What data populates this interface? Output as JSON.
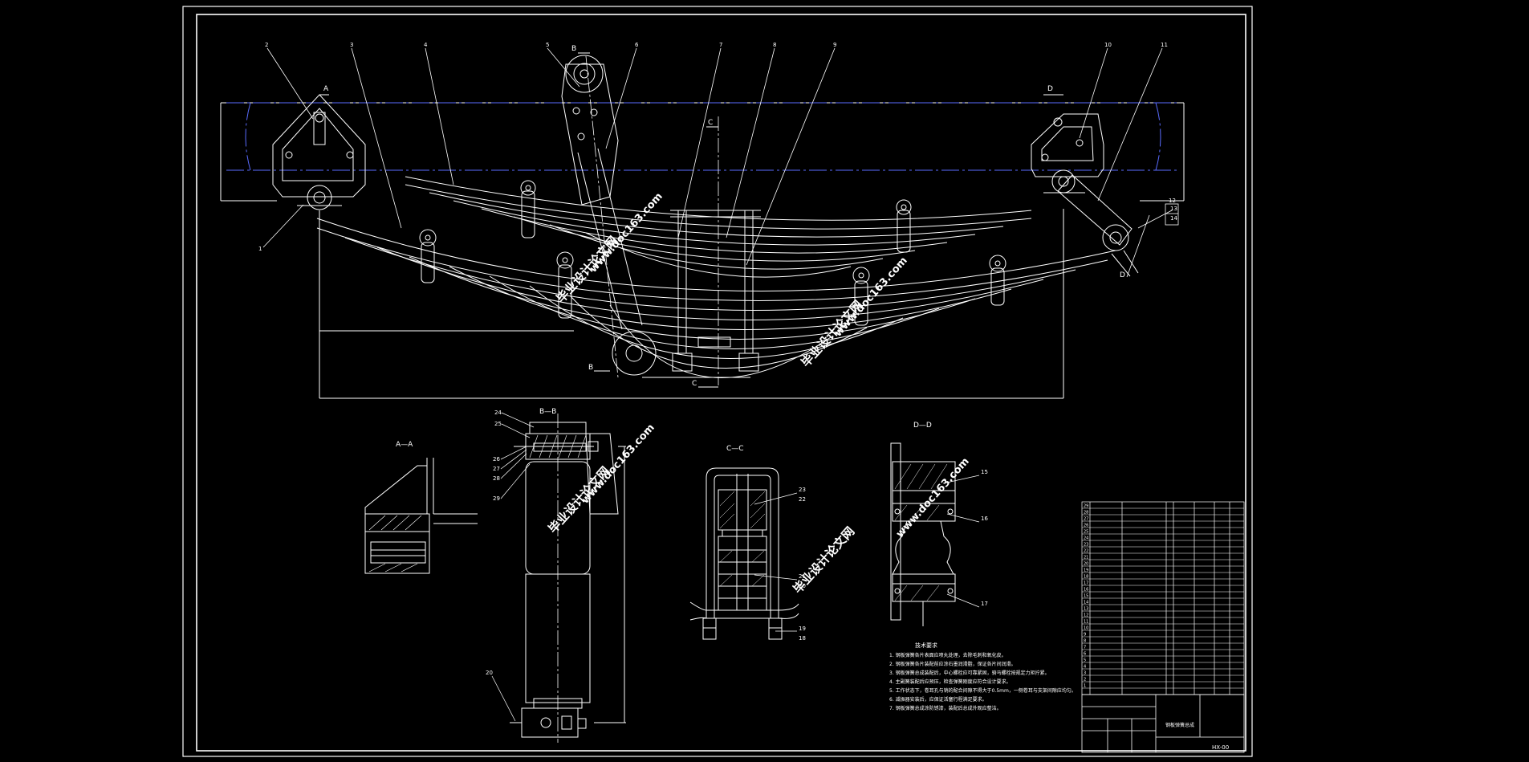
{
  "drawing": {
    "part_numbers": {
      "p1": "1",
      "p2": "2",
      "p3": "3",
      "p4": "4",
      "p5": "5",
      "p6": "6",
      "p7": "7",
      "p8": "8",
      "p9": "9",
      "p10": "10",
      "p11": "11",
      "p12": "12",
      "p13": "13",
      "p14": "14",
      "p15": "15",
      "p16": "16",
      "p17": "17",
      "p18": "18",
      "p19": "19",
      "p20": "20",
      "p21": "21",
      "p22": "22",
      "p23": "23",
      "p24": "24",
      "p25": "25",
      "p26": "26",
      "p27": "27",
      "p28": "28",
      "p29": "29"
    },
    "section_marks": {
      "a": "A",
      "b": "B",
      "c": "C",
      "d": "D"
    },
    "section_titles": {
      "aa": "A—A",
      "bb": "B—B",
      "cc": "C—C",
      "dd": "D—D"
    },
    "watermark": {
      "text_cn": "毕业设计论文网",
      "text_url": "www.doc163.com"
    },
    "tech_requirements": {
      "title": "技术要求",
      "items": [
        "1. 钢板弹簧各片表面应喷丸处理，去除毛刺和氧化皮。",
        "2. 钢板弹簧各片装配前应涂石墨润滑脂，保证各片间润滑。",
        "3. 钢板弹簧总成装配后，中心螺栓应可靠紧固，骑马螺栓按规定力矩拧紧。",
        "4. 主副簧装配后应预压，检查弹簧刚度应符合设计要求。",
        "5. 工作状态下，卷耳孔与销的配合间隙不得大于0.5mm，一侧卷耳与支架间隙应均匀。",
        "6. 减振器安装后，应保证活塞行程满足要求。",
        "7. 钢板弹簧总成涂防锈漆，装配后总成外观应整洁。"
      ]
    },
    "title_block": {
      "drawing_no": "HX-00",
      "name": "钢板弹簧总成"
    },
    "parts_list_rows": [
      "1",
      "2",
      "3",
      "4",
      "5",
      "6",
      "7",
      "8",
      "9",
      "10",
      "11",
      "12",
      "13",
      "14",
      "15",
      "16",
      "17",
      "18",
      "19",
      "20",
      "21",
      "22",
      "23",
      "24",
      "25",
      "26",
      "27",
      "28",
      "29"
    ]
  },
  "colors": {
    "background": "#000000",
    "lines": "#ffffff",
    "centerline": "#5a6cff",
    "watermark": "#c81e1e"
  }
}
